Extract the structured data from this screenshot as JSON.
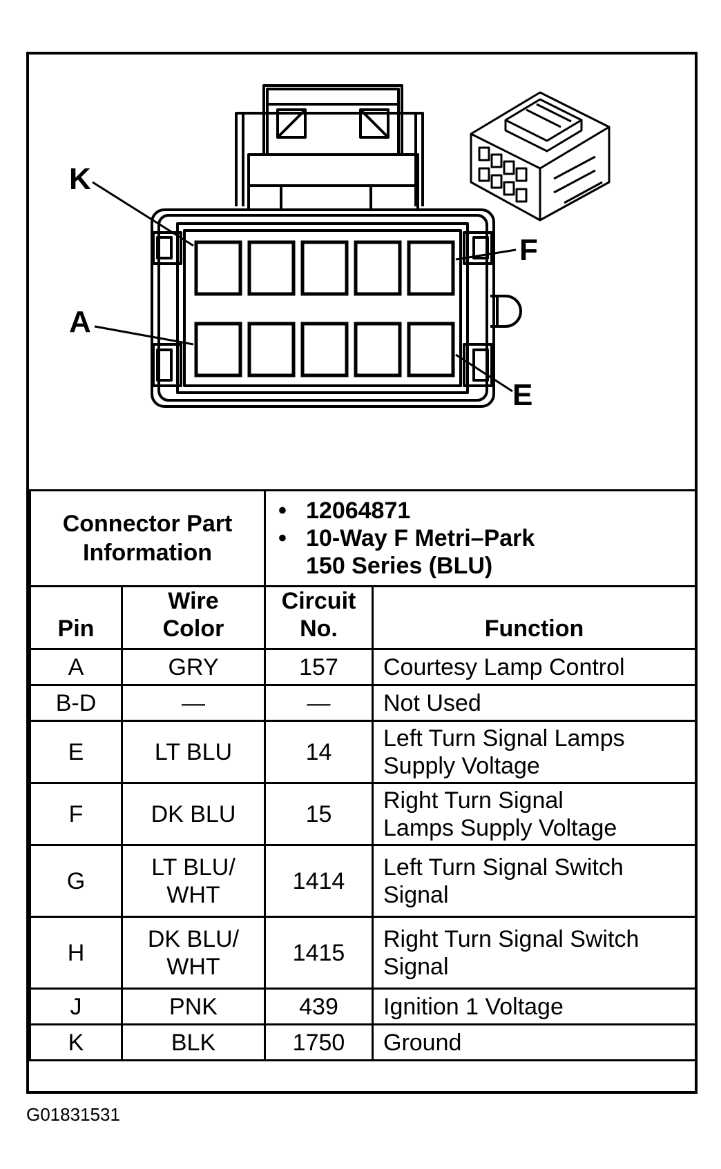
{
  "figure_code": "G01831531",
  "diagram": {
    "pin_callouts": {
      "k": "K",
      "a": "A",
      "f": "F",
      "e": "E"
    }
  },
  "connector_info": {
    "label_line1": "Connector Part",
    "label_line2": "Information",
    "bullet": "•",
    "part_number": "12064871",
    "description_line1": "10-Way F Metri–Park",
    "description_line2": "150 Series (BLU)"
  },
  "table": {
    "headers": {
      "pin": "Pin",
      "wire_color_line1": "Wire",
      "wire_color_line2": "Color",
      "circuit_line1": "Circuit",
      "circuit_line2": "No.",
      "function": "Function"
    },
    "rows": [
      {
        "pin": "A",
        "wire_line1": "GRY",
        "wire_line2": "",
        "circuit": "157",
        "function_line1": "Courtesy Lamp Control",
        "function_line2": ""
      },
      {
        "pin": "B-D",
        "wire_line1": "—",
        "wire_line2": "",
        "circuit": "—",
        "function_line1": "Not Used",
        "function_line2": ""
      },
      {
        "pin": "E",
        "wire_line1": "LT BLU",
        "wire_line2": "",
        "circuit": "14",
        "function_line1": "Left Turn Signal Lamps",
        "function_line2": "Supply Voltage"
      },
      {
        "pin": "F",
        "wire_line1": "DK BLU",
        "wire_line2": "",
        "circuit": "15",
        "function_line1": "Right Turn Signal",
        "function_line2": "Lamps Supply Voltage"
      },
      {
        "pin": "G",
        "wire_line1": "LT BLU/",
        "wire_line2": "WHT",
        "circuit": "1414",
        "function_line1": "Left Turn Signal Switch",
        "function_line2": "Signal"
      },
      {
        "pin": "H",
        "wire_line1": "DK BLU/",
        "wire_line2": "WHT",
        "circuit": "1415",
        "function_line1": "Right Turn Signal Switch",
        "function_line2": "Signal"
      },
      {
        "pin": "J",
        "wire_line1": "PNK",
        "wire_line2": "",
        "circuit": "439",
        "function_line1": "Ignition 1 Voltage",
        "function_line2": ""
      },
      {
        "pin": "K",
        "wire_line1": "BLK",
        "wire_line2": "",
        "circuit": "1750",
        "function_line1": "Ground",
        "function_line2": ""
      }
    ]
  }
}
